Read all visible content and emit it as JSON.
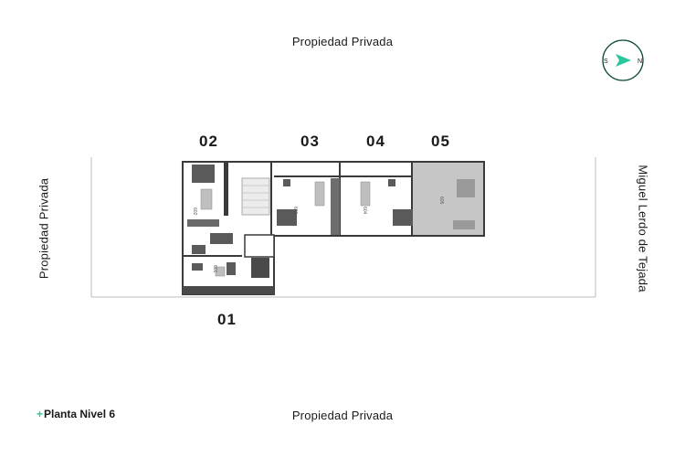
{
  "surroundings": {
    "top": "Propiedad Privada",
    "bottom": "Propiedad Privada",
    "left": "Propiedad Privada",
    "right": "Miguel Lerdo de Tejada"
  },
  "units": [
    "01",
    "02",
    "03",
    "04",
    "05"
  ],
  "room_codes": [
    "601",
    "602",
    "603",
    "604",
    "605"
  ],
  "plan_title": {
    "prefix": "+",
    "text": "Planta Nivel 6"
  },
  "compass": {
    "left": "S",
    "right": "N"
  },
  "colors": {
    "accent": "#2bc79a",
    "compass_ring": "#0d4a3a",
    "wall": "#3a3a3a",
    "shade": "#c9c9c9"
  }
}
